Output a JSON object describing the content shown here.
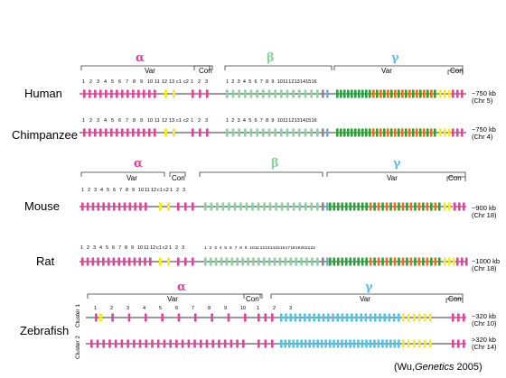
{
  "colors": {
    "alpha": "#e0449a",
    "beta": "#8ccfa0",
    "gamma_a": "#2e9e3a",
    "gamma_b": "#f06a1c",
    "gamma_c": "#7aa8d8",
    "constant": "#f3ec2a",
    "zebra_gamma": "#55c3e6",
    "line": "#333333",
    "gray": "#888888"
  },
  "greek": {
    "alpha": "α",
    "beta": "β",
    "gamma": "γ"
  },
  "labels": {
    "var": "Var",
    "con": "Con"
  },
  "species": [
    {
      "name": "Human",
      "size": "~750 kb",
      "chr": "(Chr 5)"
    },
    {
      "name": "Chimpanzee",
      "size": "~750 kb",
      "chr": "(Chr 4)"
    },
    {
      "name": "Mouse",
      "size": "~900 kb",
      "chr": "(Chr 18)"
    },
    {
      "name": "Rat",
      "size": "~1000 kb",
      "chr": "(Chr 18)"
    },
    {
      "name": "Zebrafish",
      "clusters": [
        {
          "label": "Cluster 1",
          "size": "~320 kb",
          "chr": "(Chr 10)"
        },
        {
          "label": "Cluster 2",
          "size": ">320 kb",
          "chr": "(Chr 14)"
        }
      ]
    }
  ],
  "human_alpha_numbers": [
    "1",
    "2",
    "3",
    "4",
    "5",
    "6",
    "7",
    "8",
    "9",
    "10",
    "11",
    "12",
    "13",
    "c1",
    "c2",
    "1",
    "2",
    "3"
  ],
  "human_beta_numbers": [
    "1",
    "2",
    "3",
    "4",
    "5",
    "6",
    "7",
    "8",
    "9",
    "10",
    "11",
    "12",
    "13",
    "14",
    "15",
    "16"
  ],
  "mouse_alpha_numbers": [
    "1",
    "2",
    "3",
    "4",
    "5",
    "6",
    "7",
    "8",
    "9",
    "10",
    "11",
    "12",
    "c1",
    "c2",
    "1",
    "2",
    "3"
  ],
  "rat_alpha_numbers": [
    "1",
    "2",
    "3",
    "4",
    "5",
    "6",
    "7",
    "8",
    "9",
    "10",
    "11",
    "12",
    "c1",
    "c2",
    "1",
    "2",
    "3"
  ],
  "rat_beta_numbers": [
    "1",
    "2",
    "3",
    "4",
    "5",
    "6",
    "7",
    "8",
    "9",
    "10",
    "11",
    "12",
    "13",
    "14",
    "15",
    "16",
    "17",
    "18",
    "19",
    "20",
    "21",
    "22"
  ],
  "zebra_numbers": [
    "1",
    "2",
    "3",
    "4",
    "5",
    "6",
    "7",
    "8",
    "9",
    "10",
    "1",
    "2",
    "3"
  ],
  "citation": "(Wu, Genetics 2005)",
  "citation_parts": {
    "prefix": "(Wu,",
    "journal": "Genetics",
    "suffix": " 2005)"
  }
}
